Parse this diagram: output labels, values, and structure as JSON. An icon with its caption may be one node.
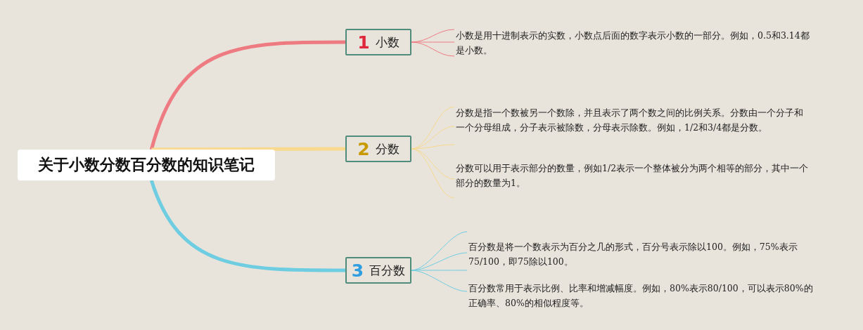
{
  "diagram": {
    "nodes": [
      {
        "text": [
          "关于小数分数百分数的知识笔记"
        ]
      },
      {
        "text": [
          "1",
          "小数"
        ]
      },
      {
        "text": [
          "2",
          "分数"
        ]
      },
      {
        "text": [
          "3",
          "百分数"
        ]
      },
      {
        "text": [
          "小数是用十进制表示的实数，小数点后面的数字表示小数的一部分。例如，0.5和3.14都是小数。"
        ]
      },
      {
        "text": [
          "分数是指一个数被另一个数除，并且表示了两个数之间的比例关系。分数由一个分子和一个分母组成，分子表示被除数，分母表示除数。例如，1/2和3/4都是分数。"
        ]
      },
      {
        "text": [
          "分数可以用于表示部分的数量，例如1/2表示一个整体被分为两个相等的部分，其中一个部分的数量为1。"
        ]
      },
      {
        "text": [
          "百分数是将一个数表示为百分之几的形式，百分号表示除以100。例如，75%表示75/100，即75除以100。"
        ]
      },
      {
        "text": [
          "百分数常用于表示比例、比率和增减幅度。例如，80%表示80/100，可以表示80%的正确率、80%的相似程度等。"
        ]
      }
    ],
    "edges": [
      {
        "from": 0,
        "to": 1,
        "arrow": "none",
        "style": "thick",
        "color": "#ef7b82"
      },
      {
        "from": 0,
        "to": 2,
        "arrow": "none",
        "style": "thick",
        "color": "#f8d98e"
      },
      {
        "from": 0,
        "to": 3,
        "arrow": "none",
        "style": "thick",
        "color": "#6fcde2"
      },
      {
        "from": 1,
        "to": 4,
        "arrow": "none",
        "color": "#ef7b82"
      },
      {
        "from": 2,
        "to": 5,
        "arrow": "none",
        "color": "#f8d98e"
      },
      {
        "from": 2,
        "to": 6,
        "arrow": "none",
        "color": "#f8d98e"
      },
      {
        "from": 3,
        "to": 7,
        "arrow": "none",
        "color": "#6fcde2"
      },
      {
        "from": 3,
        "to": 8,
        "arrow": "none",
        "color": "#6fcde2"
      }
    ]
  }
}
